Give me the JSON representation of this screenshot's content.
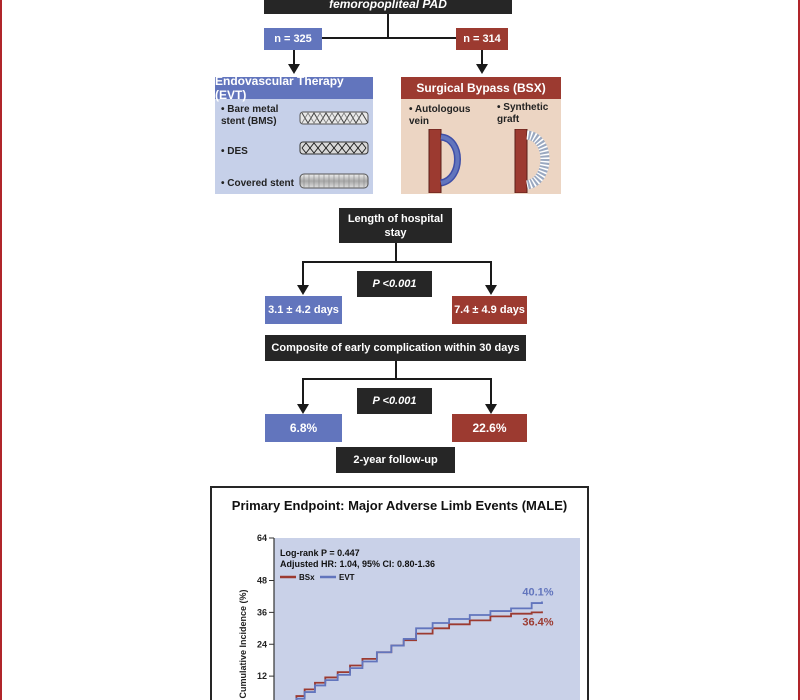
{
  "top_box": "femoropopliteal PAD",
  "n_evt": "n = 325",
  "n_bsx": "n = 314",
  "evt": {
    "title": "Endovascular Therapy (EVT)",
    "items": [
      "• Bare metal stent (BMS)",
      "• DES",
      "• Covered stent"
    ]
  },
  "bsx": {
    "title": "Surgical Bypass (BSX)",
    "items": [
      "• Autologous vein",
      "• Synthetic graft"
    ]
  },
  "los": {
    "label": "Length of hospital stay",
    "p": "P <0.001",
    "evt": "3.1 ± 4.2 days",
    "bsx": "7.4 ± 4.9 days"
  },
  "comp": {
    "label": "Composite of early complication within 30 days",
    "p": "P <0.001",
    "evt": "6.8%",
    "bsx": "22.6%"
  },
  "followup": "2-year follow-up",
  "colors": {
    "evt": "#6275bd",
    "bsx": "#9c3a30",
    "dark": "#262626",
    "plot_bg": "#c9d1e8"
  },
  "chart_data": {
    "type": "line",
    "title": "Primary Endpoint: Major Adverse Limb Events (MALE)",
    "ylabel": "Cumulative Incidence (%)",
    "xlabel": "",
    "ylim": [
      0,
      64
    ],
    "yticks": [
      12,
      24,
      36,
      48,
      64
    ],
    "annotation_1": "Log-rank P = 0.447",
    "annotation_2": "Adjusted HR: 1.04, 95% CI: 0.80-1.36",
    "series": [
      {
        "name": "BSx",
        "color": "#9c3a30",
        "end_label": "36.4%",
        "points": [
          [
            0,
            0
          ],
          [
            3,
            2
          ],
          [
            6,
            4.5
          ],
          [
            10,
            7
          ],
          [
            15,
            9.5
          ],
          [
            20,
            11.5
          ],
          [
            26,
            13.5
          ],
          [
            32,
            16
          ],
          [
            38,
            18.5
          ],
          [
            45,
            21
          ],
          [
            52,
            23.5
          ],
          [
            58,
            25.5
          ],
          [
            64,
            28
          ],
          [
            72,
            30
          ],
          [
            80,
            31.5
          ],
          [
            90,
            33
          ],
          [
            100,
            34.5
          ],
          [
            110,
            35.5
          ],
          [
            120,
            36
          ],
          [
            125,
            36.4
          ]
        ]
      },
      {
        "name": "EVT",
        "color": "#6275bd",
        "end_label": "40.1%",
        "points": [
          [
            0,
            0
          ],
          [
            3,
            1.5
          ],
          [
            6,
            3.5
          ],
          [
            10,
            6
          ],
          [
            15,
            8.5
          ],
          [
            20,
            10.5
          ],
          [
            26,
            12.5
          ],
          [
            32,
            15
          ],
          [
            38,
            17.5
          ],
          [
            45,
            21
          ],
          [
            52,
            23.5
          ],
          [
            58,
            26
          ],
          [
            64,
            30
          ],
          [
            72,
            32
          ],
          [
            80,
            33.5
          ],
          [
            90,
            35
          ],
          [
            100,
            36.5
          ],
          [
            110,
            37.5
          ],
          [
            120,
            39.5
          ],
          [
            125,
            40.1
          ]
        ]
      }
    ]
  }
}
